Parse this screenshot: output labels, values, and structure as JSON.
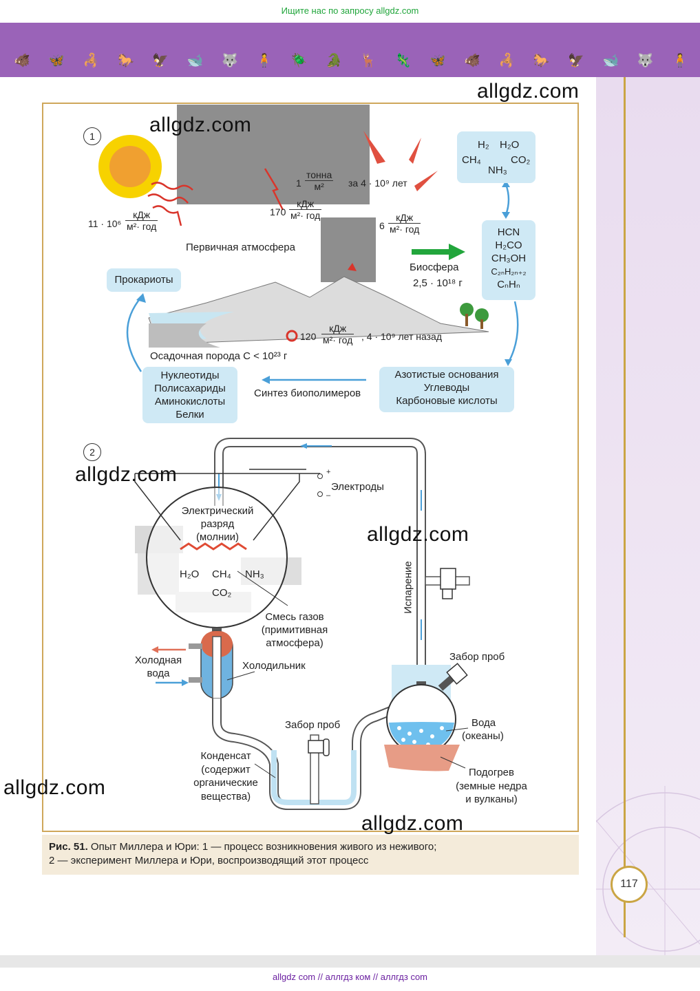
{
  "top_banner": "Ищите нас по запросу allgdz.com",
  "watermark": "allgdz.com",
  "fig1": {
    "num": "1",
    "h2": "H₂",
    "h2o": "H₂O",
    "ch4": "CH₄",
    "co2": "CO₂",
    "nh3": "NH₃",
    "hcn": "HCN",
    "h2co": "H₂CO",
    "ch3oh": "CH₃OH",
    "c2nh2n2": "C₂ₙH₂ₙ₊₂",
    "cnhn": "CₙHₙ",
    "ton_pre": "1",
    "ton_num": "тонна",
    "ton_den": "м²",
    "ton_post": "за 4 · 10⁹ лет",
    "sun_pre": "11 · 10⁶",
    "sun_num": "кДж",
    "sun_den": "м²· год",
    "light_pre": "170",
    "light_num": "кДж",
    "light_den": "м²· год",
    "six_pre": "6",
    "six_num": "кДж",
    "six_den": "м²· год",
    "primary_atmosphere": "Первичная атмосфера",
    "biosphere": "Биосфера",
    "biosphere_mass": "2,5 · 10¹⁸ г",
    "prokaryotes": "Прокариоты",
    "heat_pre": "120",
    "heat_num": "кДж",
    "heat_den": "м²· год",
    "heat_post": ", 4 · 10⁹ лет назад",
    "sediment": "Осадочная порода C < 10²³ г",
    "polymers": [
      "Нуклеотиды",
      "Полисахариды",
      "Аминокислоты",
      "Белки"
    ],
    "synthesis": "Синтез биополимеров",
    "bases": [
      "Азотистые основания",
      "Углеводы",
      "Карбоновые кислоты"
    ]
  },
  "fig2": {
    "num": "2",
    "electrodes": "Электроды",
    "plus": "+",
    "minus": "–",
    "discharge": [
      "Электрический",
      "разряд",
      "(молнии)"
    ],
    "h2o": "H₂O",
    "ch4": "CH₄",
    "nh3": "NH₃",
    "co2": "CO₂",
    "gas_mix": [
      "Смесь газов",
      "(примитивная",
      "атмосфера)"
    ],
    "evaporation": "Испарение",
    "sample1": "Забор проб",
    "cold_water": [
      "Холодная",
      "вода"
    ],
    "cooler": "Холодильник",
    "sample2": "Забор проб",
    "water": [
      "Вода",
      "(океаны)"
    ],
    "condensate": [
      "Конденсат",
      "(содержит",
      "органические",
      "вещества)"
    ],
    "heating": [
      "Подогрев",
      "(земные недра",
      "и вулканы)"
    ]
  },
  "caption": {
    "bold": "Рис. 51.",
    "line1": " Опыт Миллера и Юри: 1 — процесс возникновения живого из неживого;",
    "line2": "2 — эксперимент Миллера и Юри, воспроизводящий этот процесс"
  },
  "page_number": "117",
  "footer": "allgdz com  //  аллгдз ком  //  аллгдз com",
  "colors": {
    "purple": "#9a63b8",
    "gold": "#caa544",
    "blue_box": "#cfe9f5",
    "green": "#1fa53a"
  }
}
